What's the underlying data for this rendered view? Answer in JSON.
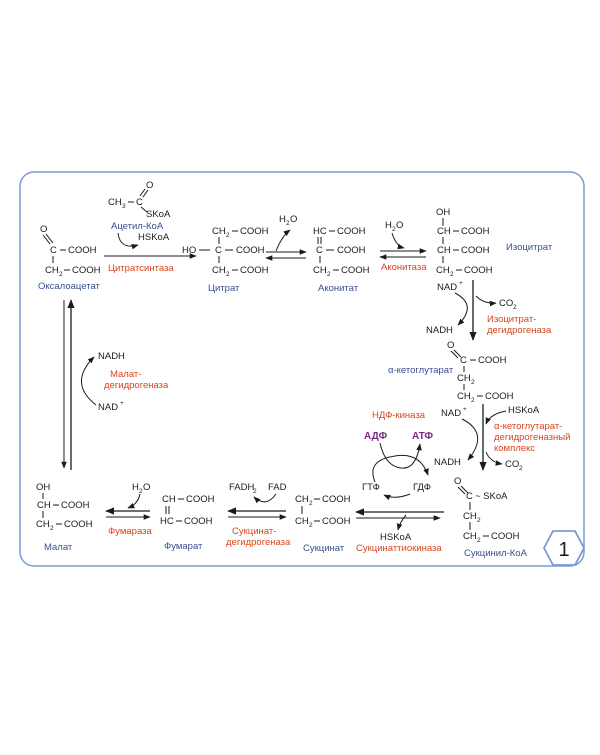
{
  "metabolites": {
    "oxaloacetate": {
      "name": "Оксалоацетат"
    },
    "acetyl_coa": {
      "name": "Ацетил-КоА"
    },
    "citrate": {
      "name": "Цитрат"
    },
    "aconitate": {
      "name": "Аконитат"
    },
    "isocitrate": {
      "name": "Изоцитрат"
    },
    "alpha_ketoglutarate": {
      "name": "α-кетоглутарат"
    },
    "succinyl_coa": {
      "name": "Сукцинил-КоА"
    },
    "succinate": {
      "name": "Сукцинат"
    },
    "fumarate": {
      "name": "Фумарат"
    },
    "malate": {
      "name": "Малат"
    }
  },
  "enzymes": {
    "citrate_synthase": "Цитратсинтаза",
    "aconitase": "Аконитаза",
    "isocitrate_dh_1": "Изоцитрат-",
    "isocitrate_dh_2": "дегидрогеназа",
    "akg_complex_1": "α-кетоглутарат-",
    "akg_complex_2": "дегидрогеназный",
    "akg_complex_3": "комплекс",
    "succinyl_thiokinase": "Сукцинаттиокиназа",
    "succinate_dh_1": "Сукцинат-",
    "succinate_dh_2": "дегидрогеназа",
    "fumarase": "Фумараза",
    "malate_dh_1": "Малат-",
    "malate_dh_2": "дегидрогеназа",
    "ndp_kinase": "НДФ-киназа"
  },
  "cofactors": {
    "hskoa": "HSKoA",
    "h2o": "H",
    "h2o_sub": "2",
    "h2o_o": "O",
    "nad": "NAD",
    "nad_plus": "+",
    "nadh": "NADH",
    "co2": "CO",
    "co2_sub": "2",
    "fad": "FAD",
    "fadh2": "FADH",
    "fadh2_sub": "2",
    "gtp": "ГТФ",
    "gdp": "ГДФ",
    "adp": "АДФ",
    "atp": "АТФ"
  },
  "formula": {
    "cooh": "COOH",
    "ch": "CH",
    "ch2": "CH",
    "sub2": "2",
    "ch3": "CH",
    "sub3": "3",
    "c": "C",
    "hc": "HC",
    "ho": "HO",
    "oh": "OH",
    "o": "O",
    "skoa": "SKoA",
    "tilde_skoa": "~ SKoA",
    "dbl": "||"
  },
  "badge": "1",
  "colors": {
    "frame": "#7b9ad3",
    "metabolite_name": "#3a4f8e",
    "enzyme": "#d8451d",
    "atp_adp": "#7a2a7e"
  }
}
